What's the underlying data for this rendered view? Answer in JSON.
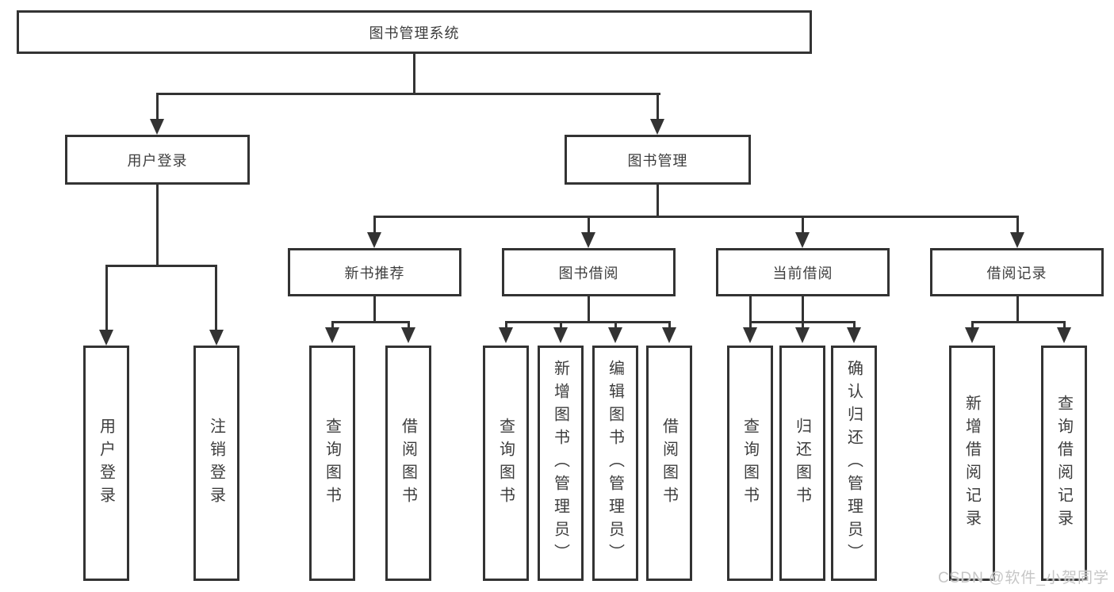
{
  "diagram": {
    "root": "图书管理系统",
    "level2": {
      "user_login": "用户登录",
      "book_mgmt": "图书管理"
    },
    "level3": {
      "new_book_rec": "新书推荐",
      "book_borrow": "图书借阅",
      "current_borrow": "当前借阅",
      "borrow_record": "借阅记录"
    },
    "leaves": {
      "user_login": "用户登录",
      "logout": "注销登录",
      "query_book_1": "查询图书",
      "borrow_book_1": "借阅图书",
      "query_book_2": "查询图书",
      "add_book_admin": "新增图书（管理员）",
      "edit_book_admin": "编辑图书（管理员）",
      "borrow_book_2": "借阅图书",
      "query_book_3": "查询图书",
      "return_book": "归还图书",
      "confirm_return_admin": "确认归还（管理员）",
      "add_borrow_record": "新增借阅记录",
      "query_borrow_record": "查询借阅记录"
    }
  },
  "watermark": "CSDN @软件_小贺同学",
  "colors": {
    "line": "#333333",
    "text": "#3d3d3d",
    "background": "#ffffff",
    "watermark": "#c6c6c6"
  }
}
